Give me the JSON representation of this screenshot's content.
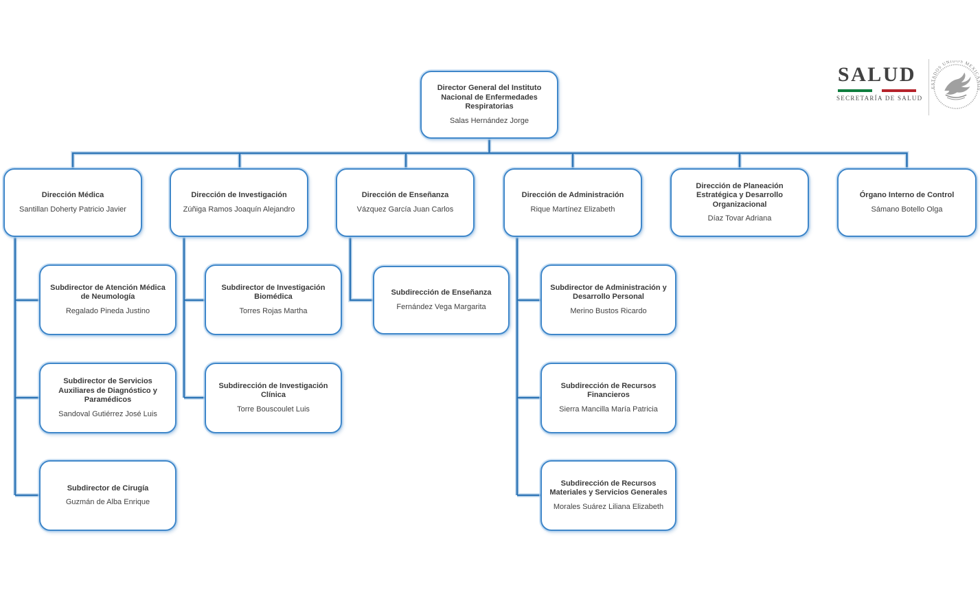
{
  "header": {
    "logo_wordmark": "SALUD",
    "logo_secretariat": "SECRETARÍA DE SALUD",
    "seal_text": "ESTADOS UNIDOS MEXICANOS"
  },
  "colors": {
    "box_border_blue": "#3e86c9",
    "connector_blue": "#2e75b6",
    "connector_halo": "#bdd7ee",
    "brand_green": "#0e7d3e",
    "brand_red": "#b5222a",
    "text": "#3c3c3c"
  },
  "org": {
    "root": {
      "title": "Director General del Instituto Nacional de Enfermedades Respiratorias",
      "name": "Salas Hernández Jorge"
    },
    "directions": [
      {
        "title": "Dirección Médica",
        "name": "Santillan Doherty Patricio Javier"
      },
      {
        "title": "Dirección de Investigación",
        "name": "Zúñiga Ramos Joaquín Alejandro"
      },
      {
        "title": "Dirección de Enseñanza",
        "name": "Vázquez García Juan Carlos"
      },
      {
        "title": "Dirección de Administración",
        "name": "Rique Martínez Elizabeth"
      },
      {
        "title": "Dirección de Planeación Estratégica y Desarrollo Organizacional",
        "name": "Díaz Tovar Adriana"
      },
      {
        "title": "Órgano Interno de Control",
        "name": "Sámano Botello Olga"
      }
    ],
    "sub_medica": [
      {
        "title": "Subdirector de Atención Médica de Neumología",
        "name": "Regalado Pineda Justino"
      },
      {
        "title": "Subdirector de Servicios Auxiliares de Diagnóstico y Paramédicos",
        "name": "Sandoval Gutiérrez José Luis"
      },
      {
        "title": "Subdirector de Cirugía",
        "name": "Guzmán de Alba Enrique"
      }
    ],
    "sub_investigacion": [
      {
        "title": "Subdirector de Investigación Biomédica",
        "name": "Torres Rojas Martha"
      },
      {
        "title": "Subdirección de Investigación Clínica",
        "name": "Torre Bouscoulet Luis"
      }
    ],
    "sub_ensenanza": [
      {
        "title": "Subdirección de Enseñanza",
        "name": "Fernández Vega Margarita"
      }
    ],
    "sub_administracion": [
      {
        "title": "Subdirector de Administración y Desarrollo Personal",
        "name": "Merino Bustos Ricardo"
      },
      {
        "title": "Subdirección de Recursos Financieros",
        "name": "Sierra Mancilla María Patricia"
      },
      {
        "title": "Subdirección de Recursos Materiales y Servicios Generales",
        "name": "Morales Suárez Liliana Elizabeth"
      }
    ]
  }
}
